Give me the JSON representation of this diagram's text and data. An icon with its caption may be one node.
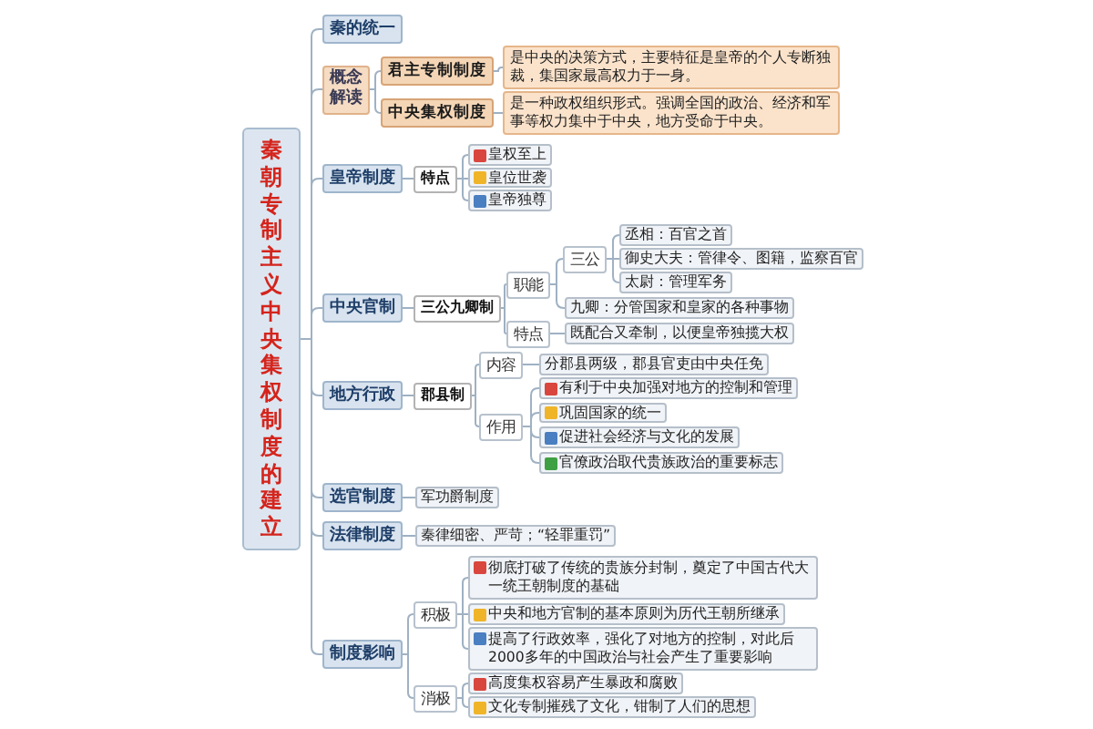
{
  "diagram": {
    "nodes": [
      {
        "text": [
          "秦朝专制主义中央集权制度的建立"
        ]
      },
      {
        "text": [
          "秦的统一"
        ]
      },
      {
        "text": [
          "概念解读"
        ]
      },
      {
        "text": [
          "君主专制制度"
        ]
      },
      {
        "text": [
          "是中央的决策方式，主要特征是皇帝的个人专断独裁，集国家最高权力于一身。"
        ]
      },
      {
        "text": [
          "中央集权制度"
        ]
      },
      {
        "text": [
          "是一种政权组织形式。强调全国的政治、经济和军事等权力集中于中央，地方受命于中央。"
        ]
      },
      {
        "text": [
          "皇帝制度"
        ]
      },
      {
        "text": [
          "特点"
        ]
      },
      {
        "text": [
          "皇权至上"
        ]
      },
      {
        "text": [
          "皇位世袭"
        ]
      },
      {
        "text": [
          "皇帝独尊"
        ]
      },
      {
        "text": [
          "中央官制"
        ]
      },
      {
        "text": [
          "三公九卿制"
        ]
      },
      {
        "text": [
          "职能"
        ]
      },
      {
        "text": [
          "三公"
        ]
      },
      {
        "text": [
          "丞相：百官之首"
        ]
      },
      {
        "text": [
          "御史大夫：管律令、图籍，监察百官"
        ]
      },
      {
        "text": [
          "太尉：管理军务"
        ]
      },
      {
        "text": [
          "九卿：分管国家和皇家的各种事物"
        ]
      },
      {
        "text": [
          "特点"
        ]
      },
      {
        "text": [
          "既配合又牵制，以便皇帝独揽大权"
        ]
      },
      {
        "text": [
          "地方行政"
        ]
      },
      {
        "text": [
          "郡县制"
        ]
      },
      {
        "text": [
          "内容"
        ]
      },
      {
        "text": [
          "分郡县两级，郡县官吏由中央任免"
        ]
      },
      {
        "text": [
          "作用"
        ]
      },
      {
        "text": [
          "有利于中央加强对地方的控制和管理"
        ]
      },
      {
        "text": [
          "巩固国家的统一"
        ]
      },
      {
        "text": [
          "促进社会经济与文化的发展"
        ]
      },
      {
        "text": [
          "官僚政治取代贵族政治的重要标志"
        ]
      },
      {
        "text": [
          "选官制度"
        ]
      },
      {
        "text": [
          "军功爵制度"
        ]
      },
      {
        "text": [
          "法律制度"
        ]
      },
      {
        "text": [
          "秦律细密、严苛；“轻罪重罚”"
        ]
      },
      {
        "text": [
          "制度影响"
        ]
      },
      {
        "text": [
          "积极"
        ]
      },
      {
        "text": [
          "彻底打破了传统的贵族分封制，奠定了中国古代大一统王朝制度的基础"
        ]
      },
      {
        "text": [
          "中央和地方官制的基本原则为历代王朝所继承"
        ]
      },
      {
        "text": [
          "提高了行政效率，强化了对地方的控制，对此后2000多年的中国政治与社会产生了重要影响"
        ]
      },
      {
        "text": [
          "消极"
        ]
      },
      {
        "text": [
          "高度集权容易产生暴政和腐败"
        ]
      },
      {
        "text": [
          "文化专制摧残了文化，钳制了人们的思想"
        ]
      }
    ],
    "edges": [
      {
        "from": 0,
        "to": 1,
        "arrow": "none"
      },
      {
        "from": 0,
        "to": 2,
        "arrow": "none"
      },
      {
        "from": 0,
        "to": 7,
        "arrow": "none"
      },
      {
        "from": 0,
        "to": 12,
        "arrow": "none"
      },
      {
        "from": 0,
        "to": 22,
        "arrow": "none"
      },
      {
        "from": 0,
        "to": 31,
        "arrow": "none"
      },
      {
        "from": 0,
        "to": 33,
        "arrow": "none"
      },
      {
        "from": 0,
        "to": 35,
        "arrow": "none"
      },
      {
        "from": 2,
        "to": 3,
        "arrow": "none"
      },
      {
        "from": 3,
        "to": 4,
        "arrow": "none"
      },
      {
        "from": 2,
        "to": 5,
        "arrow": "none"
      },
      {
        "from": 5,
        "to": 6,
        "arrow": "none"
      },
      {
        "from": 7,
        "to": 8,
        "arrow": "none"
      },
      {
        "from": 8,
        "to": 9,
        "arrow": "none"
      },
      {
        "from": 8,
        "to": 10,
        "arrow": "none"
      },
      {
        "from": 8,
        "to": 11,
        "arrow": "none"
      },
      {
        "from": 12,
        "to": 13,
        "arrow": "none"
      },
      {
        "from": 13,
        "to": 14,
        "arrow": "none"
      },
      {
        "from": 14,
        "to": 15,
        "arrow": "none"
      },
      {
        "from": 15,
        "to": 16,
        "arrow": "none"
      },
      {
        "from": 15,
        "to": 17,
        "arrow": "none"
      },
      {
        "from": 15,
        "to": 18,
        "arrow": "none"
      },
      {
        "from": 14,
        "to": 19,
        "arrow": "none"
      },
      {
        "from": 13,
        "to": 20,
        "arrow": "none"
      },
      {
        "from": 20,
        "to": 21,
        "arrow": "none"
      },
      {
        "from": 22,
        "to": 23,
        "arrow": "none"
      },
      {
        "from": 23,
        "to": 24,
        "arrow": "none"
      },
      {
        "from": 24,
        "to": 25,
        "arrow": "none"
      },
      {
        "from": 23,
        "to": 26,
        "arrow": "none"
      },
      {
        "from": 26,
        "to": 27,
        "arrow": "none"
      },
      {
        "from": 26,
        "to": 28,
        "arrow": "none"
      },
      {
        "from": 26,
        "to": 29,
        "arrow": "none"
      },
      {
        "from": 26,
        "to": 30,
        "arrow": "none"
      },
      {
        "from": 31,
        "to": 32,
        "arrow": "none"
      },
      {
        "from": 33,
        "to": 34,
        "arrow": "none"
      },
      {
        "from": 35,
        "to": 36,
        "arrow": "none"
      },
      {
        "from": 36,
        "to": 37,
        "arrow": "none"
      },
      {
        "from": 36,
        "to": 38,
        "arrow": "none"
      },
      {
        "from": 36,
        "to": 39,
        "arrow": "none"
      },
      {
        "from": 35,
        "to": 40,
        "arrow": "none"
      },
      {
        "from": 40,
        "to": 41,
        "arrow": "none"
      },
      {
        "from": 40,
        "to": 42,
        "arrow": "none"
      }
    ]
  }
}
